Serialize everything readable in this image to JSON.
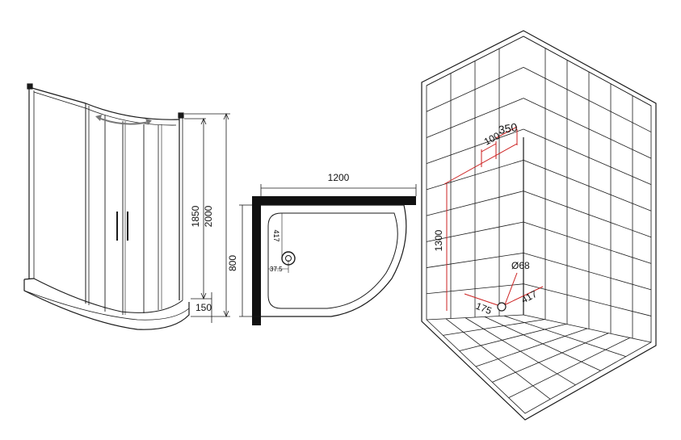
{
  "enclosure_view": {
    "height_total": "2000",
    "height_glass": "1850",
    "tray_height": "150"
  },
  "plan_view": {
    "width": "1200",
    "depth": "800",
    "drain_offset": "417",
    "drain_side_offset": "37.5"
  },
  "wall_view": {
    "pipe_offset_a": "100",
    "pipe_offset_b": "350",
    "pipe_height": "1300",
    "drain_diameter": "Ø68",
    "drain_x": "175",
    "drain_y": "417"
  },
  "colors": {
    "line": "#1a1a1a",
    "dimension_red": "#cc2020",
    "wall_black": "#111111"
  }
}
